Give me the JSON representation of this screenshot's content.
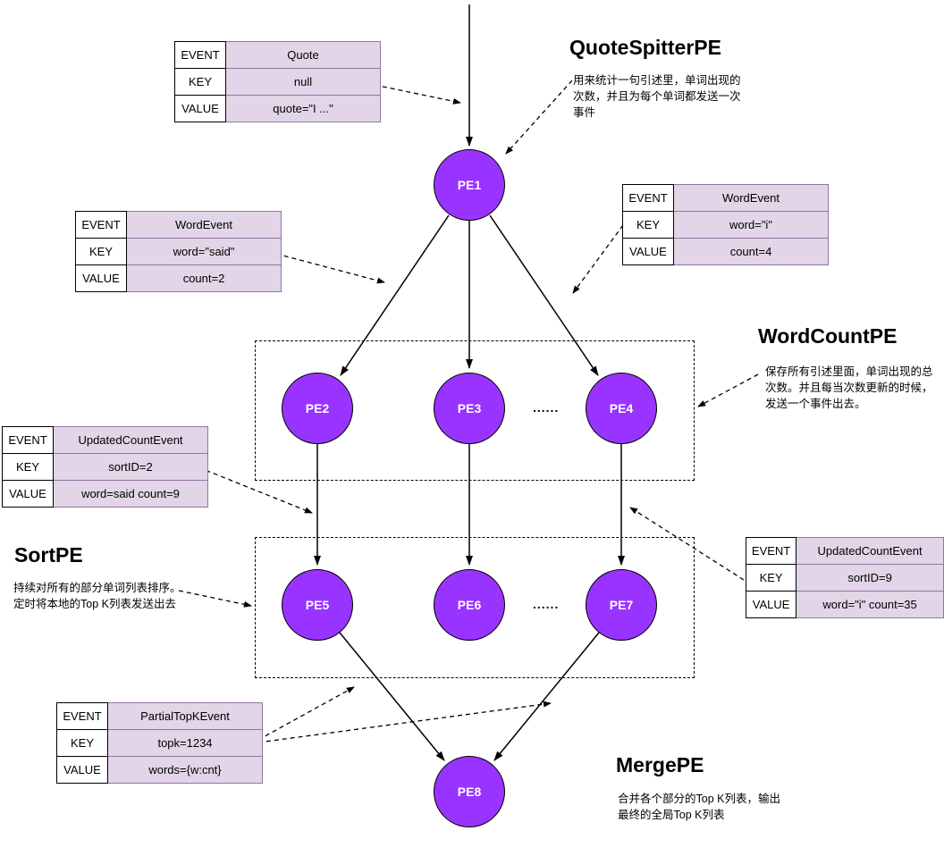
{
  "colors": {
    "node_fill": "#9933FF",
    "node_text": "#FFFFFF",
    "table_fill": "#E1D5E7",
    "table_border": "#9673A6"
  },
  "labels": {
    "event": "EVENT",
    "key": "KEY",
    "value": "VALUE"
  },
  "tables": {
    "quote": {
      "event": "Quote",
      "key": "null",
      "value": "quote=\"I ...\""
    },
    "word_left": {
      "event": "WordEvent",
      "key": "word=\"said\"",
      "value": "count=2"
    },
    "word_right": {
      "event": "WordEvent",
      "key": "word=\"i\"",
      "value": "count=4"
    },
    "updated_left": {
      "event": "UpdatedCountEvent",
      "key": "sortID=2",
      "value": "word=said count=9"
    },
    "updated_right": {
      "event": "UpdatedCountEvent",
      "key": "sortID=9",
      "value": "word=\"i\" count=35"
    },
    "partial_topk": {
      "event": "PartialTopKEvent",
      "key": "topk=1234",
      "value": "words={w:cnt}"
    }
  },
  "sections": {
    "quote_spitter": {
      "title": "QuoteSpitterPE",
      "description": "用来统计一句引述里，单词出现的\n次数，并且为每个单词都发送一次\n事件"
    },
    "word_count": {
      "title": "WordCountPE",
      "description": "保存所有引述里面，单词出现的总\n次数。并且每当次数更新的时候，\n发送一个事件出去。"
    },
    "sort": {
      "title": "SortPE",
      "description": "持续对所有的部分单词列表排序。\n定时将本地的Top K列表发送出去"
    },
    "merge": {
      "title": "MergePE",
      "description": "合并各个部分的Top K列表，输出\n最终的全局Top K列表"
    }
  },
  "nodes": {
    "pe1": "PE1",
    "pe2": "PE2",
    "pe3": "PE3",
    "pe4": "PE4",
    "pe5": "PE5",
    "pe6": "PE6",
    "pe7": "PE7",
    "pe8": "PE8"
  },
  "ellipsis": "......"
}
